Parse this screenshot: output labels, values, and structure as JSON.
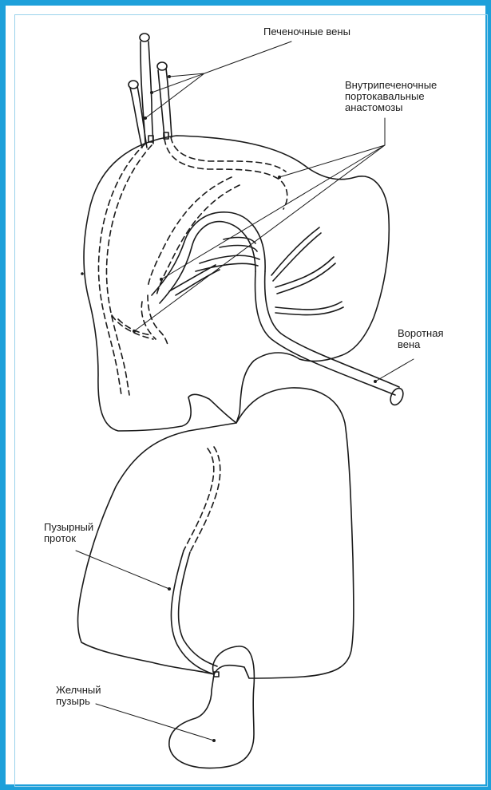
{
  "colors": {
    "frame": "#1ea0da",
    "stroke": "#1a1a1a",
    "background": "#ffffff"
  },
  "labels": {
    "hepatic_veins": "Печеночные вены",
    "anastomoses": {
      "line1": "Внутрипеченочные",
      "line2": "портокавальные",
      "line3": "анастомозы"
    },
    "portal_vein": {
      "line1": "Воротная",
      "line2": "вена"
    },
    "cystic_duct": {
      "line1": "Пузырный",
      "line2": "проток"
    },
    "gallbladder": {
      "line1": "Желчный",
      "line2": "пузырь"
    }
  }
}
